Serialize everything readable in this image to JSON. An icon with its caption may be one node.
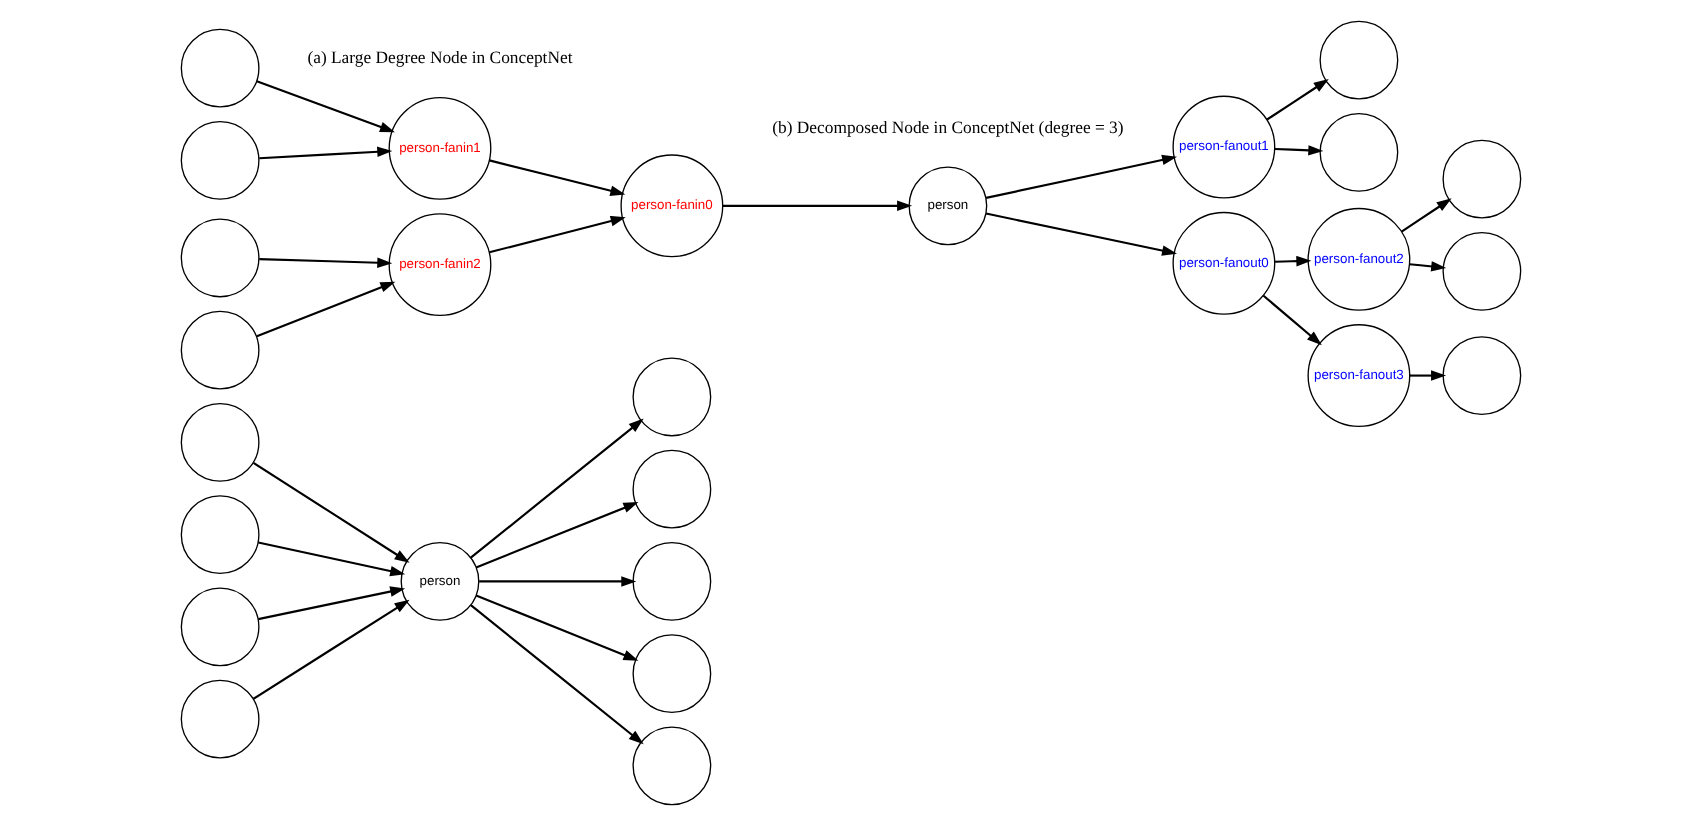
{
  "diagram": {
    "nodes": [
      {
        "text": [],
        "shape": "circle"
      },
      {
        "text": [],
        "shape": "circle"
      },
      {
        "text": [],
        "shape": "circle"
      },
      {
        "text": [],
        "shape": "circle"
      },
      {
        "text": [
          "person"
        ]
      },
      {
        "text": [],
        "shape": "circle"
      },
      {
        "text": [],
        "shape": "circle"
      },
      {
        "text": [],
        "shape": "circle"
      },
      {
        "text": [],
        "shape": "circle"
      },
      {
        "text": [],
        "shape": "circle"
      },
      {
        "text": [],
        "shape": "circle"
      },
      {
        "text": [],
        "shape": "circle"
      },
      {
        "text": [],
        "shape": "circle"
      },
      {
        "text": [],
        "shape": "circle"
      },
      {
        "text": [
          "person-fanin1"
        ]
      },
      {
        "text": [
          "person-fanin2"
        ]
      },
      {
        "text": [
          "person-fanin0"
        ]
      },
      {
        "text": [
          "person"
        ]
      },
      {
        "text": [
          "person-fanout1"
        ]
      },
      {
        "text": [
          "person-fanout0"
        ]
      },
      {
        "text": [
          "person-fanout2"
        ]
      },
      {
        "text": [
          "person-fanout3"
        ]
      },
      {
        "text": [],
        "shape": "circle"
      },
      {
        "text": [],
        "shape": "circle"
      },
      {
        "text": [],
        "shape": "circle"
      },
      {
        "text": [],
        "shape": "circle"
      },
      {
        "text": [],
        "shape": "circle"
      }
    ],
    "edges": [
      {
        "from": 0,
        "to": 4,
        "arrow": "to"
      },
      {
        "from": 1,
        "to": 4,
        "arrow": "to"
      },
      {
        "from": 2,
        "to": 4,
        "arrow": "to"
      },
      {
        "from": 3,
        "to": 4,
        "arrow": "to"
      },
      {
        "from": 4,
        "to": 5,
        "arrow": "to"
      },
      {
        "from": 4,
        "to": 6,
        "arrow": "to"
      },
      {
        "from": 4,
        "to": 7,
        "arrow": "to"
      },
      {
        "from": 4,
        "to": 8,
        "arrow": "to"
      },
      {
        "from": 4,
        "to": 9,
        "arrow": "to"
      },
      {
        "from": 10,
        "to": 14,
        "arrow": "to"
      },
      {
        "from": 11,
        "to": 14,
        "arrow": "to"
      },
      {
        "from": 12,
        "to": 15,
        "arrow": "to"
      },
      {
        "from": 13,
        "to": 15,
        "arrow": "to"
      },
      {
        "from": 14,
        "to": 16,
        "arrow": "to"
      },
      {
        "from": 15,
        "to": 16,
        "arrow": "to"
      },
      {
        "from": 16,
        "to": 17,
        "arrow": "to"
      },
      {
        "from": 17,
        "to": 18,
        "arrow": "to"
      },
      {
        "from": 17,
        "to": 19,
        "arrow": "to"
      },
      {
        "from": 18,
        "to": 22,
        "arrow": "to"
      },
      {
        "from": 18,
        "to": 23,
        "arrow": "to"
      },
      {
        "from": 19,
        "to": 20,
        "arrow": "to"
      },
      {
        "from": 19,
        "to": 21,
        "arrow": "to"
      },
      {
        "from": 20,
        "to": 24,
        "arrow": "to"
      },
      {
        "from": 20,
        "to": 25,
        "arrow": "to"
      },
      {
        "from": 21,
        "to": 26,
        "arrow": "to"
      }
    ],
    "labels": [
      "(a) Large Degree Node in ConceptNet",
      "(b) Decomposed Node in ConceptNet (degree = 3)"
    ]
  }
}
